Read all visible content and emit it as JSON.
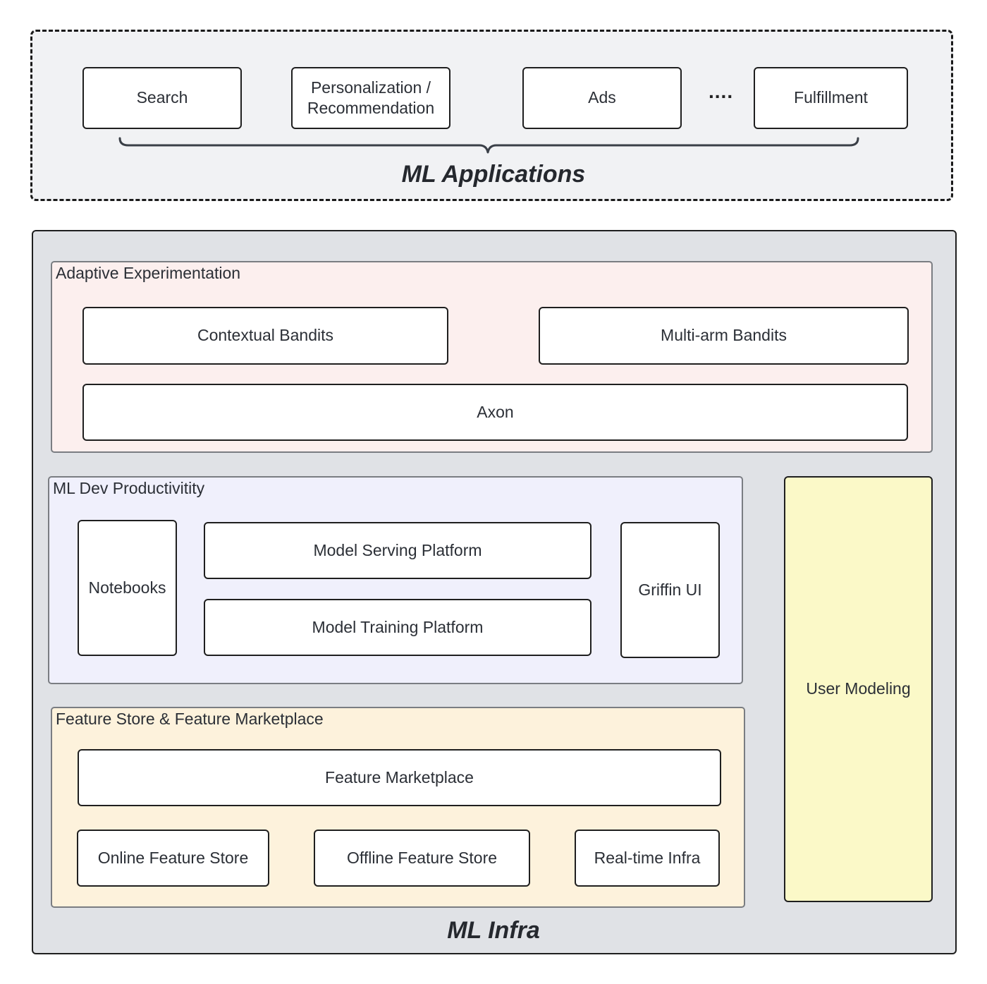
{
  "ml_applications": {
    "title": "ML Applications",
    "apps": [
      "Search",
      "Personalization /\nRecommendation",
      "Ads",
      "Fulfillment"
    ],
    "ellipsis": "...."
  },
  "ml_infra": {
    "title": "ML Infra",
    "adaptive_experimentation": {
      "label": "Adaptive Experimentation",
      "contextual_bandits": "Contextual Bandits",
      "multi_arm_bandits": "Multi-arm Bandits",
      "axon": "Axon"
    },
    "ml_dev_productivity": {
      "label": "ML Dev Productivitity",
      "notebooks": "Notebooks",
      "model_serving_platform": "Model Serving Platform",
      "model_training_platform": "Model Training Platform",
      "griffin_ui": "Griffin UI"
    },
    "feature_store": {
      "label": "Feature Store & Feature Marketplace",
      "feature_marketplace": "Feature Marketplace",
      "online_feature_store": "Online Feature Store",
      "offline_feature_store": "Offline Feature Store",
      "realtime_infra": "Real-time Infra"
    },
    "user_modeling": "User Modeling"
  },
  "colors": {
    "applications_bg": "#f1f2f4",
    "infra_bg": "#e0e2e6",
    "adaptive_bg": "#fcefee",
    "dev_productivity_bg": "#f0f0fc",
    "feature_store_bg": "#fdf2dc",
    "user_modeling_bg": "#fbf9c8"
  }
}
